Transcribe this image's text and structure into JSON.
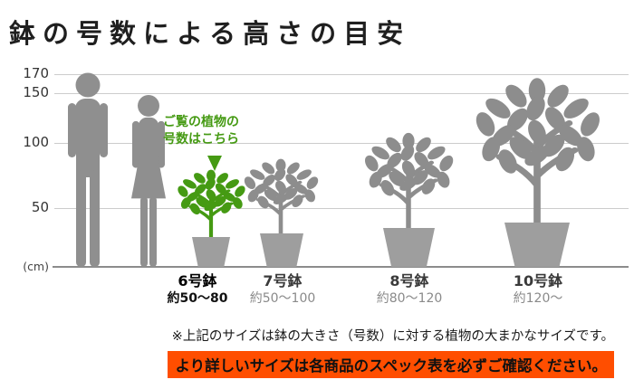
{
  "title": "鉢の号数による高さの目安",
  "axis": {
    "unit_label": "(cm)",
    "ticks": [
      {
        "label": "170"
      },
      {
        "label": "150"
      },
      {
        "label": "100"
      },
      {
        "label": "50"
      }
    ]
  },
  "callout": {
    "line1": "ご覧の植物の",
    "line2": "号数はこちら"
  },
  "pots": [
    {
      "name": "6号鉢",
      "range": "約50〜80",
      "highlighted": true
    },
    {
      "name": "7号鉢",
      "range": "約50〜100",
      "highlighted": false
    },
    {
      "name": "8号鉢",
      "range": "約80〜120",
      "highlighted": false
    },
    {
      "name": "10号鉢",
      "range": "約120〜",
      "highlighted": false
    }
  ],
  "footnote": "※上記のサイズは鉢の大きさ（号数）に対する植物の大まかなサイズです。",
  "warning": "より詳しいサイズは各商品のスペック表を必ずご確認ください。",
  "colors": {
    "highlight_green": "#459a13",
    "silhouette_gray": "#8f8f8f",
    "pot_gray": "#9e9e9e",
    "warning_bg": "#ff4e00",
    "grid_line": "#cccccc"
  }
}
